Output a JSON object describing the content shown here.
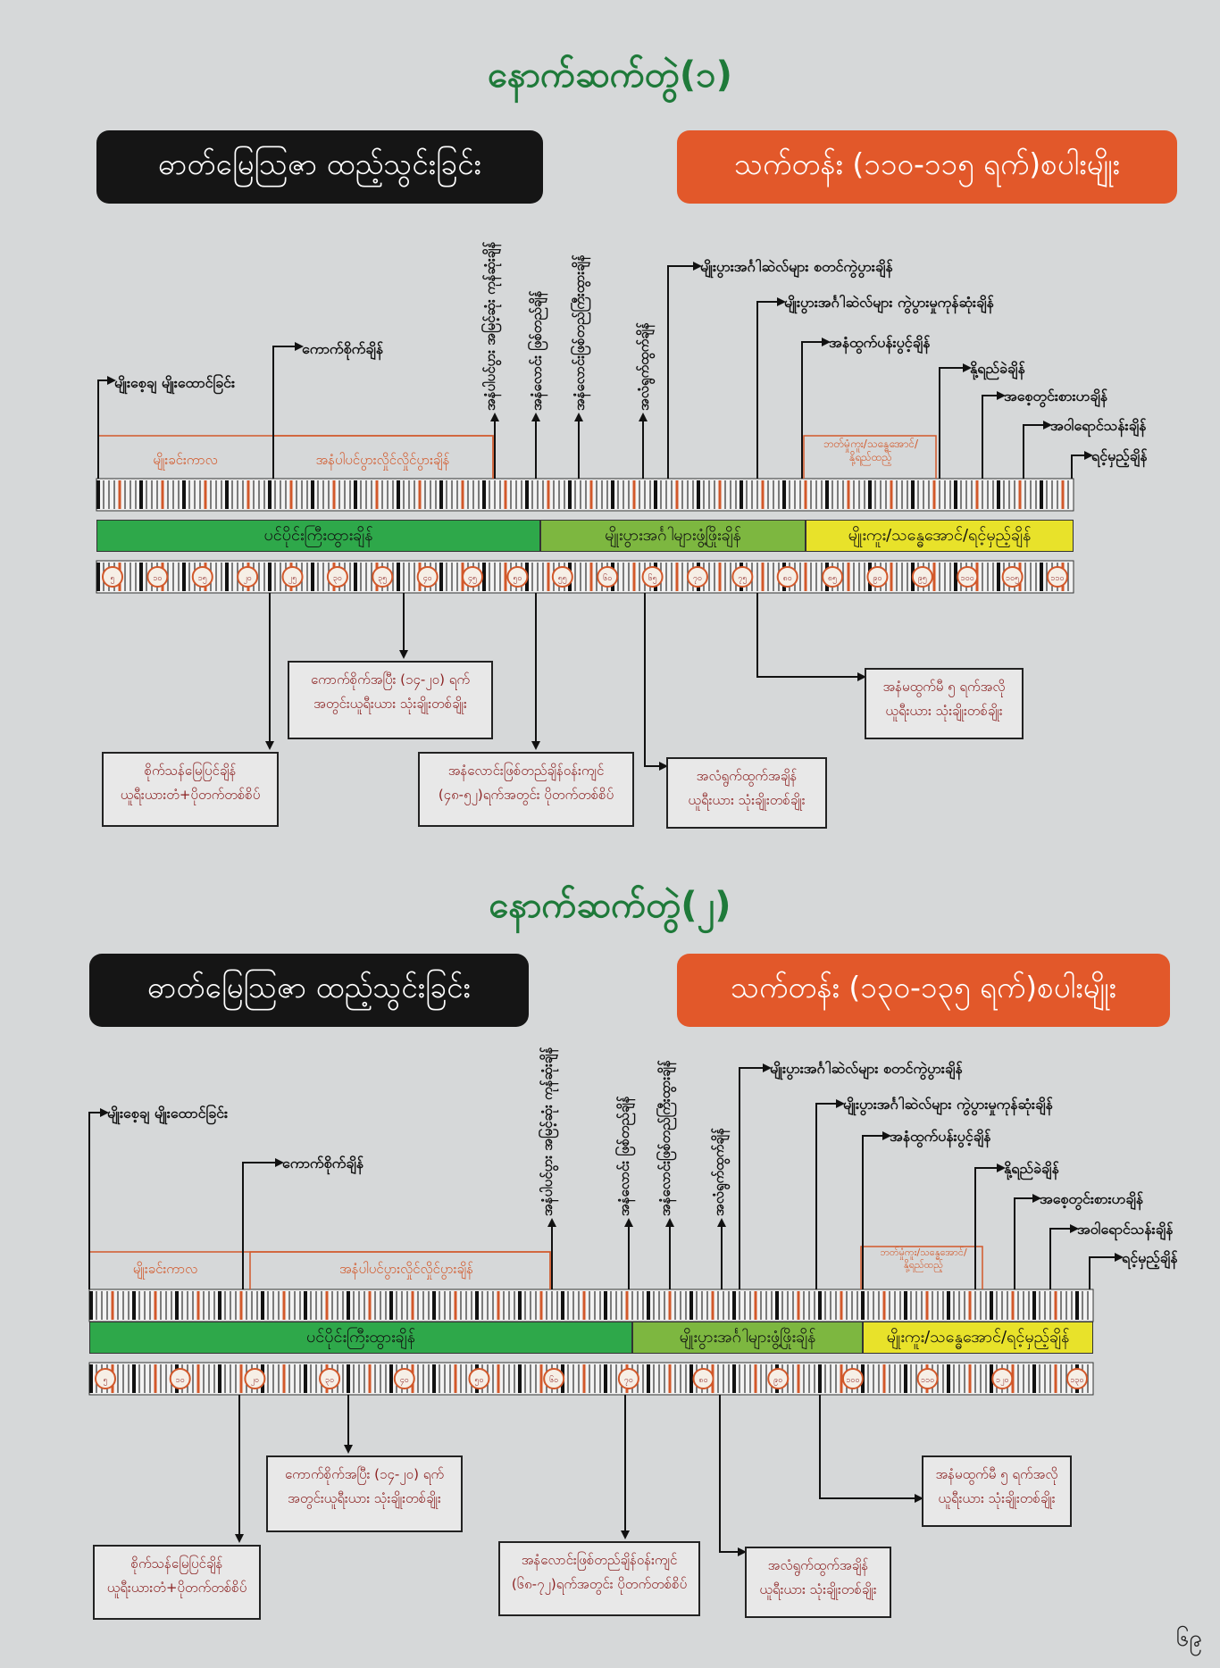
{
  "page_number": "၆၉",
  "colors": {
    "title_green": "#1f7a3a",
    "pill_black": "#151515",
    "pill_orange": "#e2582a",
    "phase_green": "#2ea84a",
    "phase_lightgreen": "#7db740",
    "phase_yellow": "#e8e22a",
    "marker_red": "#d2582a"
  },
  "charts": [
    {
      "title": "နောက်ဆက်တွဲ(၁)",
      "left_banner": "ဓာတ်မြေဩဇာ ထည့်သွင်းခြင်း",
      "right_banner": "သက်တန်း (၁၁၀-၁၁၅ ရက်)စပါးမျိုး",
      "orange_labels": [
        "မျိုးခင်းကာလ",
        "အနံပါပင်ပွားလှိုင်လှိုင်ပွားချိန်",
        "ဘတ်မှုံကူး/သန္ဓေအောင်/\nနို့ရည်ထည့်"
      ],
      "phases": [
        "ပင်ပိုင်းကြီးထွားချိန်",
        "မျိုးပွားအင်္ဂါများဖွံ့ဖြိုးချိန်",
        "မျိုးကူး/သန္ဓေအောင်/ရင့်မှည့်ချိန်"
      ],
      "ticks": [
        "၅",
        "၁၀",
        "၁၅",
        "၂၀",
        "၂၅",
        "၃၀",
        "၃၅",
        "၄၀",
        "၄၅",
        "၅၀",
        "၅၅",
        "၆၀",
        "၆၅",
        "၇၀",
        "၇၅",
        "၈၀",
        "၈၅",
        "၉၀",
        "၉၅",
        "၁၀၀",
        "၁၀၅",
        "၁၁၀"
      ],
      "top_labels": [
        "မျိုးစေ့ချ မျိုးထောင်ခြင်း",
        "ကောက်စိုက်ချိန်",
        "မျိုးပွားအင်္ဂါဆဲလ်များ စတင်ကွဲပွားချိန်",
        "မျိုးပွားအင်္ဂါဆဲလ်များ ကွဲပွားမှုကုန်ဆုံးချိန်",
        "အနံထွက်ပန်းပွင့်ချိန်",
        "နို့ရည်ခဲချိန်",
        "အစေ့တွင်းစားဟချိန်",
        "အဝါရောင်သန်းချိန်",
        "ရင့်မှည့်ချိန်"
      ],
      "vertical_labels": [
        "အနံပါပင်ပွား အမြင့်ဆုံး ကုန်ဆုံးချိန်",
        "အနံလောင်း ဖြစ်တည်ချိန်",
        "အနံလောင်းဖြစ်တည်ကြီးထွားချိန်",
        "အလံရွက်ထွက်ချိန်"
      ],
      "boxes": [
        "စိုက်သန်မြေပြင်ချိန်\nယူရီးယားတံ+ပိုတက်တစ်စိပ်",
        "ကောက်စိုက်အပြီး (၁၄-၂၀) ရက်\nအတွင်းယူရီးယား သုံးချိုးတစ်ချိုး",
        "အနံလောင်းဖြစ်တည်ချိန်ဝန်းကျင်\n(၄၈-၅၂)ရက်အတွင်း ပိုတက်တစ်စိပ်",
        "အလံရွက်ထွက်အချိန်\nယူရီးယား သုံးချိုးတစ်ချိုး",
        "အနံမထွက်မီ ၅ ရက်အလို\nယူရီးယား သုံးချိုးတစ်ချိုး"
      ]
    },
    {
      "title": "နောက်ဆက်တွဲ(၂)",
      "left_banner": "ဓာတ်မြေဩဇာ ထည့်သွင်းခြင်း",
      "right_banner": "သက်တန်း (၁၃၀-၁၃၅ ရက်)စပါးမျိုး",
      "orange_labels": [
        "မျိုးခင်းကာလ",
        "အနံပါပင်ပွားလှိုင်လှိုင်ပွားချိန်",
        "ဘတ်မှုံကူး/သန္ဓေအောင်/\nနို့ရည်ထည့်"
      ],
      "phases": [
        "ပင်ပိုင်းကြီးထွားချိန်",
        "မျိုးပွားအင်္ဂါများဖွံ့ဖြိုးချိန်",
        "မျိုးကူး/သန္ဓေအောင်/ရင့်မှည့်ချိန်"
      ],
      "ticks": [
        "၅",
        "၁၀",
        "၂၀",
        "၃၀",
        "၄၀",
        "၅၀",
        "၆၀",
        "၇၀",
        "၈၀",
        "၉၀",
        "၁၀၀",
        "၁၁၀",
        "၁၂၀",
        "၁၃၀"
      ],
      "top_labels": [
        "မျိုးစေ့ချ မျိုးထောင်ခြင်း",
        "ကောက်စိုက်ချိန်",
        "မျိုးပွားအင်္ဂါဆဲလ်များ စတင်ကွဲပွားချိန်",
        "မျိုးပွားအင်္ဂါဆဲလ်များ ကွဲပွားမှုကုန်ဆုံးချိန်",
        "အနံထွက်ပန်းပွင့်ချိန်",
        "နို့ရည်ခဲချိန်",
        "အစေ့တွင်းစားဟချိန်",
        "အဝါရောင်သန်းချိန်",
        "ရင့်မှည့်ချိန်"
      ],
      "vertical_labels": [
        "အနံပါပင်ပွား အမြင့်ဆုံး ကုန်ဆုံးချိန်",
        "အနံလောင်း ဖြစ်တည်ချိန်",
        "အနံလောင်းဖြစ်တည်ကြီးထွားချိန်",
        "အလံရွက်ထွက်ချိန်"
      ],
      "boxes": [
        "စိုက်သန်မြေပြင်ချိန်\nယူရီးယားတံ+ပိုတက်တစ်စိပ်",
        "ကောက်စိုက်အပြီး (၁၄-၂၀) ရက်\nအတွင်းယူရီးယား သုံးချိုးတစ်ချိုး",
        "အနံလောင်းဖြစ်တည်ချိန်ဝန်းကျင်\n(၆၈-၇၂)ရက်အတွင်း ပိုတက်တစ်စိပ်",
        "အလံရွက်ထွက်အချိန်\nယူရီးယား သုံးချိုးတစ်ချိုး",
        "အနံမထွက်မီ ၅ ရက်အလို\nယူရီးယား သုံးချိုးတစ်ချိုး"
      ]
    }
  ]
}
